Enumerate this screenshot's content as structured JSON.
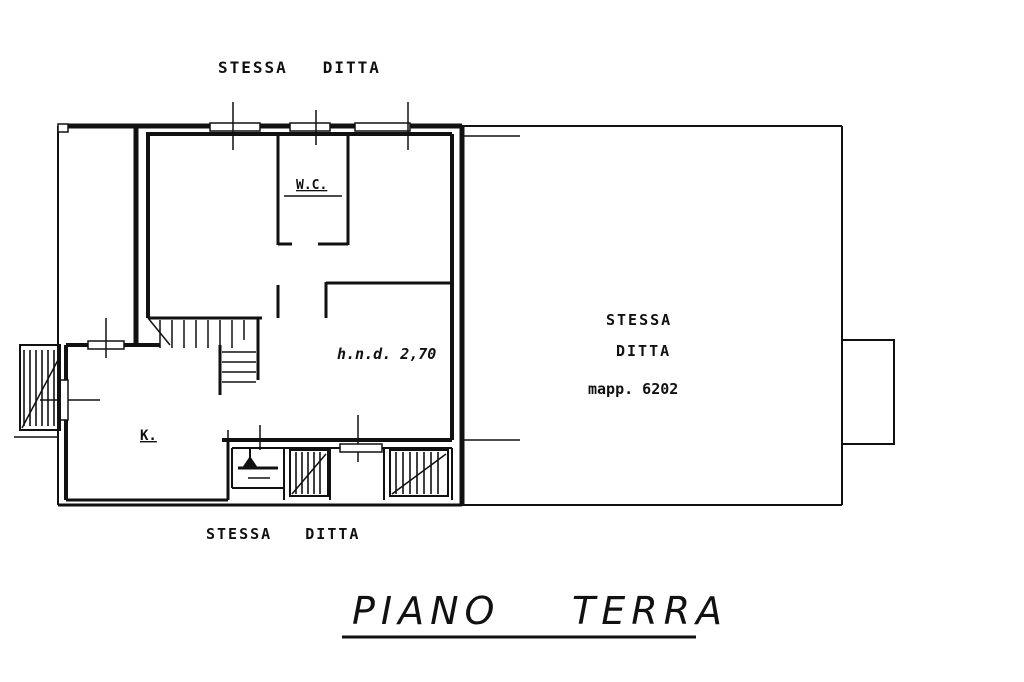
{
  "labels": {
    "neighbor_top": "STESSA   DITTA",
    "neighbor_bottom": "STESSA   DITTA",
    "wc": "W.C.",
    "ceiling_height": "h.n.d. 2,70",
    "kitchen": "K.",
    "adjacent_line1": "STESSA",
    "adjacent_line2": "DITTA",
    "adjacent_line3": "mapp. 6202"
  },
  "title": {
    "word1": "PIANO",
    "word2": "TERRA"
  },
  "colors": {
    "ink": "#111111",
    "paper": "#ffffff"
  }
}
